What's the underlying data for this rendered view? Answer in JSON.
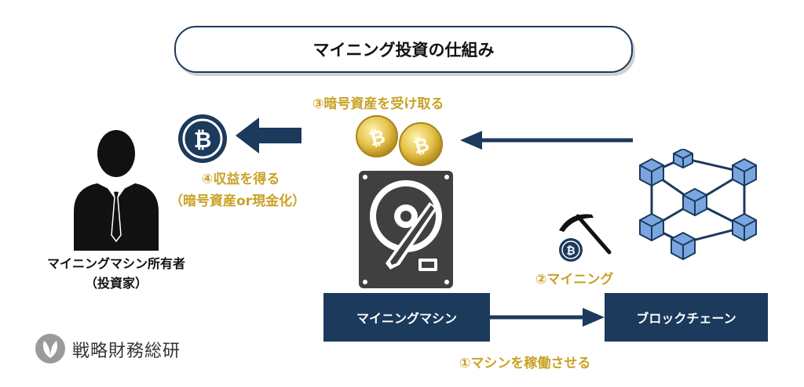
{
  "title": "マイニング投資の仕組み",
  "labels": {
    "step3": "③暗号資産を受け取る",
    "step4_line1": "④収益を得る",
    "step4_line2": "（暗号資産or現金化）",
    "step2": "②マイニング",
    "step1": "①マシンを稼働させる",
    "investor_line1": "マイニングマシン所有者",
    "investor_line2": "（投資家）"
  },
  "boxes": {
    "machine": "マイニングマシン",
    "blockchain": "ブロックチェーン"
  },
  "brand": "戦略財務総研",
  "icons": [
    "person-icon",
    "bitcoin-icon",
    "arrow-left-icon",
    "gold-coin-icon",
    "hard-drive-icon",
    "pickaxe-icon",
    "blockchain-icon",
    "arrow-right-icon",
    "logo-icon"
  ],
  "colors": {
    "navy": "#1b3a5c",
    "gold": "#c9a227",
    "cube": "#7aa6e0"
  }
}
